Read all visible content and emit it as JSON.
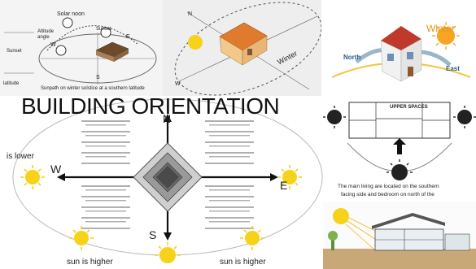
{
  "sunpath_panel": {
    "solar_noon": "Solar noon",
    "sunset": "Sunset",
    "sunset_left": "Sunset",
    "altitude_angle": "Altitude angle",
    "latitude": "latitude",
    "s": "S",
    "w": "W",
    "e": "E",
    "caption": "Sunpath on winter solstice at a southern latitude"
  },
  "iso_panel": {
    "n": "N",
    "w": "W",
    "winter": "Winter"
  },
  "north_east_panel": {
    "winter": "Winter",
    "north": "North",
    "east": "East"
  },
  "main": {
    "title": "BUILDING ORIENTATION",
    "n": "N",
    "s": "S",
    "w": "W",
    "e": "E",
    "is_lower": "is lower",
    "sun_is_higher_left": "sun is higher",
    "sun_is_higher_right": "sun is higher"
  },
  "upper_panel": {
    "upper_spaces": "UPPER SPACES",
    "caption_line1": "The main living are located on the southern",
    "caption_line2": "facing side and bedroom on north of the"
  },
  "colors": {
    "sun_yellow": "#f7d21b",
    "sun_orange": "#f5a623",
    "roof_orange": "#e07a2e",
    "dark_sun": "#222222"
  }
}
